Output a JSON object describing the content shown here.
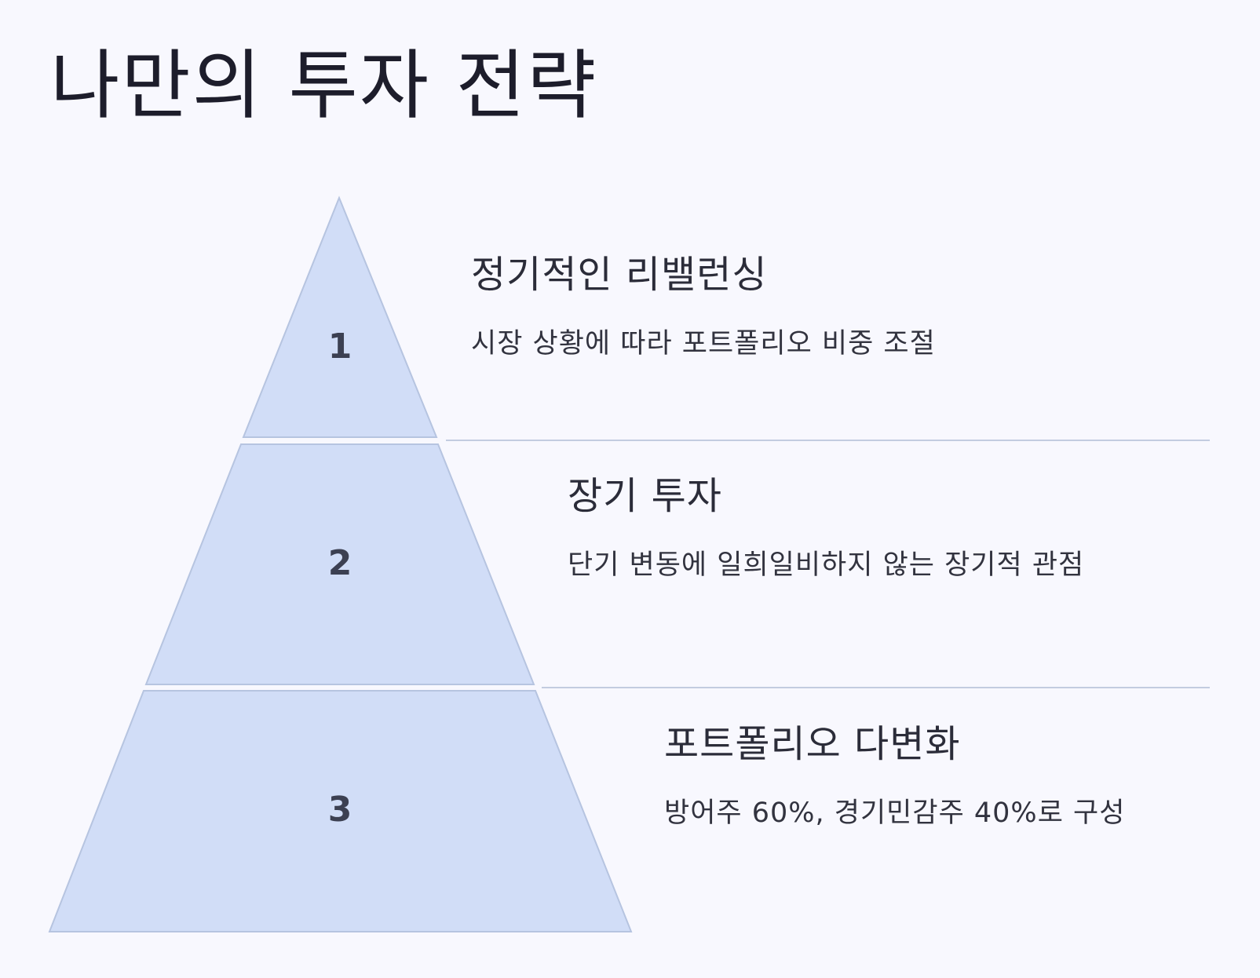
{
  "page": {
    "title": "나만의 투자 전략"
  },
  "colors": {
    "background": "#f8f8fe",
    "tier_fill": "#d1ddf7",
    "tier_stroke": "#b6c4e0",
    "divider": "#c3cce0"
  },
  "levels": [
    {
      "number": "1",
      "title": "정기적인 리밸런싱",
      "description": "시장 상황에 따라 포트폴리오 비중 조절"
    },
    {
      "number": "2",
      "title": "장기 투자",
      "description": "단기 변동에 일희일비하지 않는 장기적 관점"
    },
    {
      "number": "3",
      "title": "포트폴리오 다변화",
      "description": "방어주 60%, 경기민감주 40%로 구성"
    }
  ]
}
